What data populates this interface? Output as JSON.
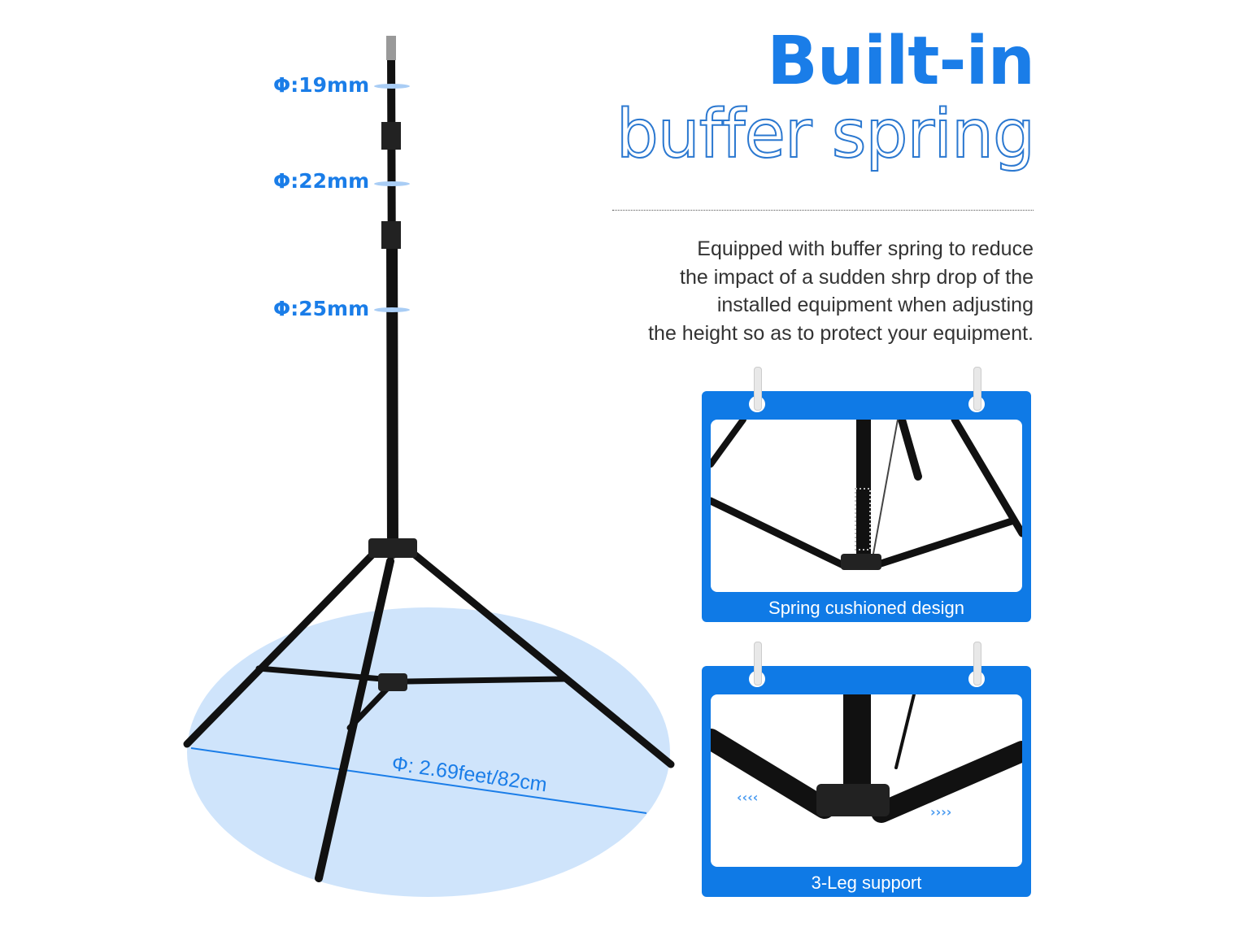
{
  "headline": {
    "line1": "Built-in",
    "line2": "buffer spring"
  },
  "description": [
    "Equipped with buffer spring to reduce",
    "the impact of a sudden shrp drop of the",
    "installed equipment when adjusting",
    "the height so as to protect your equipment."
  ],
  "diameters": [
    "Φ:19mm",
    "Φ:22mm",
    "Φ:25mm"
  ],
  "footprint": "Φ: 2.69feet/82cm",
  "panels": [
    {
      "caption": "Spring cushioned design"
    },
    {
      "caption": "3-Leg support"
    }
  ],
  "colors": {
    "accent": "#1a7de8",
    "panel": "#0f7ae6",
    "footprint": "#cfe4fb"
  }
}
